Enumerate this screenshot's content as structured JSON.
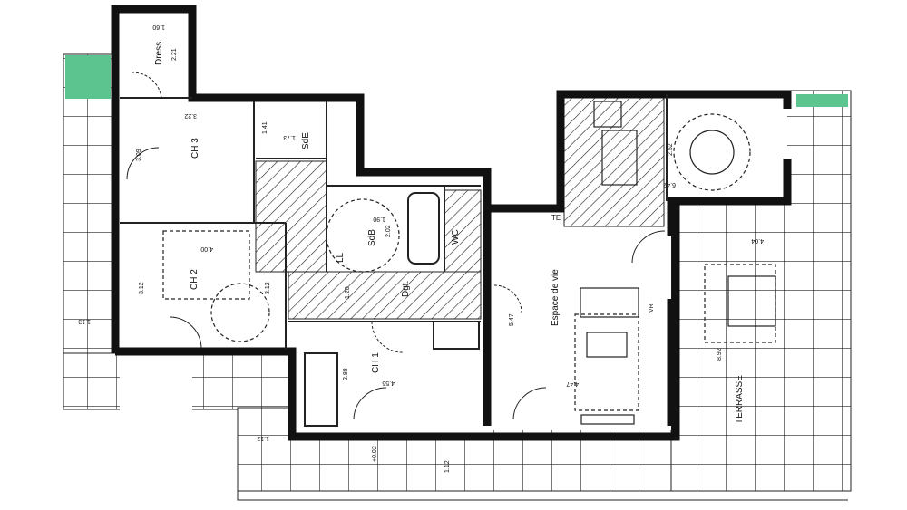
{
  "colors": {
    "wall": "#111111",
    "wall_outer": "#555555",
    "planter": "#5cc48f",
    "line": "#222222"
  },
  "rooms": {
    "dress": "Dress.",
    "ch3": "CH 3",
    "sde": "SdE",
    "ch2": "CH 2",
    "sdb": "SdB",
    "ll": "LL",
    "wc": "WC",
    "dgt": "Dgt.",
    "ch1": "CH 1",
    "espace": "Espace de vie",
    "te": "TE",
    "terrasse": "TERRASSE"
  },
  "dimensions": {
    "dress_w": "1.60",
    "dress_h": "2.21",
    "ch3_w": "3.22",
    "ch3_h": "3.09",
    "sde_a": "1.41",
    "sde_b": "1.73",
    "ch2_w": "4.00",
    "ch2_h": "3.12",
    "ch2_h2": "3.12",
    "terrace_left_a": "1.13",
    "terrace_left_b": "1.13",
    "sdb_w": "2.02",
    "sdb_h": "1.90",
    "dgt": "1.20",
    "ch1_w": "4.55",
    "ch1_h": "2.88",
    "espace_h": "5.47",
    "espace_w": "4.47",
    "dining_h": "2.52",
    "dining_w": "6.42",
    "terrace_w": "4.04",
    "terrace_h": "8.92",
    "terrace_bottom": "1.12",
    "level": "+0.02",
    "vr": "VR"
  }
}
